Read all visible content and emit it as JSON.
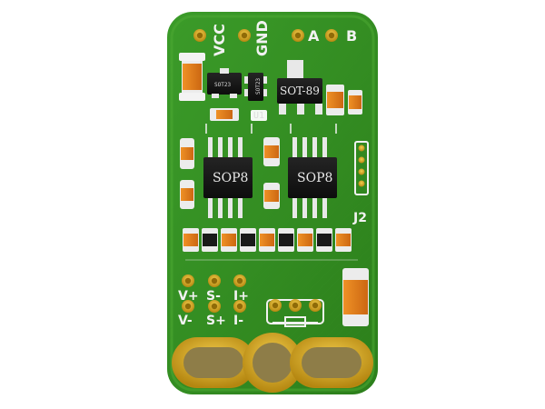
{
  "board": {
    "colors": {
      "pcb_green": "#2f8a1f",
      "pcb_edge": "#4fae2f",
      "gold": "#d8a91f",
      "gold_dark": "#8f6b08",
      "chip_black": "#151515",
      "orange": "#e27b1a",
      "silkscreen": "#f2f2f2"
    },
    "labels": {
      "vcc": "VCC",
      "gnd": "GND",
      "a": "A",
      "b": "B",
      "sot89": "SOT-89",
      "sop8_left": "SOP8",
      "sop8_right": "SOP8",
      "j2": "J2",
      "v_plus": "V+",
      "s_minus": "S-",
      "i_plus": "I+",
      "v_minus": "V-",
      "s_plus": "S+",
      "i_minus": "I-"
    }
  }
}
